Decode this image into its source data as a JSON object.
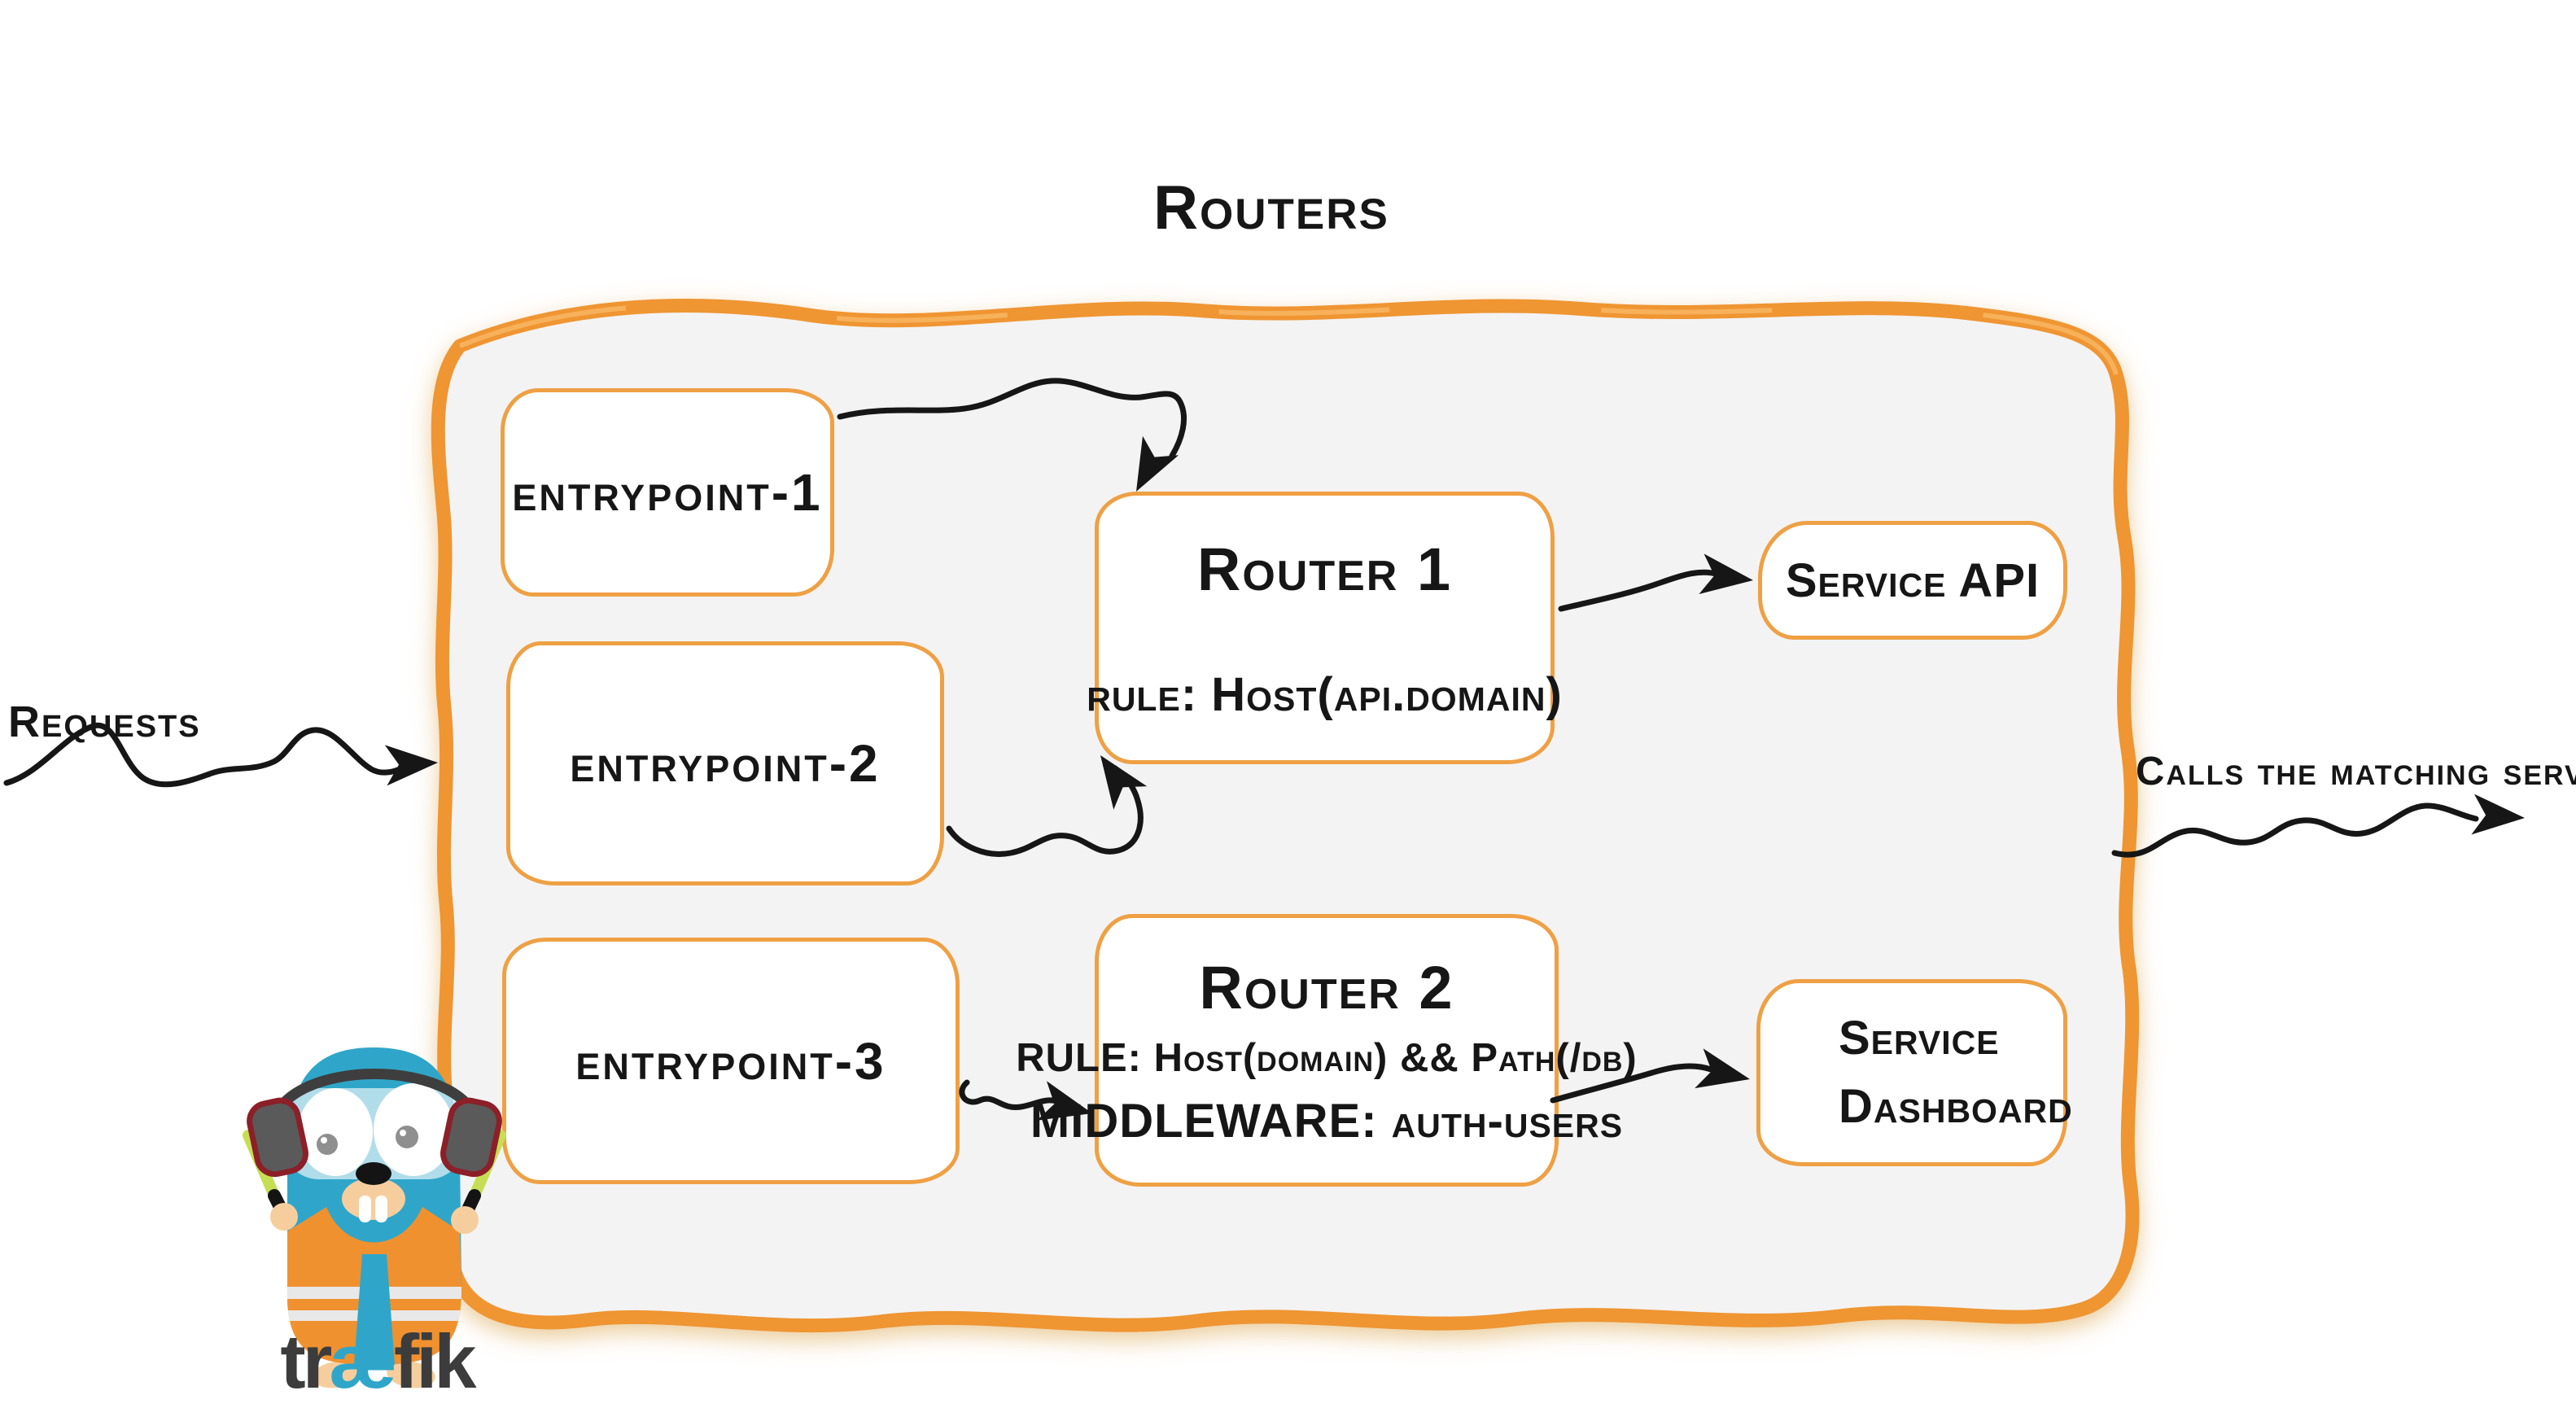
{
  "title": "Routers",
  "entrypoints": [
    {
      "label": "entrypoint-1"
    },
    {
      "label": "entrypoint-2"
    },
    {
      "label": "entrypoint-3"
    }
  ],
  "routers": [
    {
      "name": "Router 1",
      "rule": "rule: Host(api.domain)"
    },
    {
      "name": "Router 2",
      "rule": "RULE: Host(domain) && Path(/db)",
      "middleware": "MIDDLEWARE: auth-users"
    }
  ],
  "services": [
    {
      "label": "Service API"
    },
    {
      "label": "Service Dashboard"
    }
  ],
  "annotations": {
    "requests": "Requests",
    "calls": "Calls the matching server"
  },
  "logo": {
    "text_pre": "tr",
    "text_ae": "æ",
    "text_post": "fik"
  },
  "colors": {
    "frame_stroke": "#EF9530",
    "frame_fill": "#F3F3F3",
    "box_border": "#EFA044",
    "ink": "#161616",
    "gopher_blue": "#2FA6C9",
    "vest_orange": "#F0912F",
    "baton_green": "#C6DE53",
    "logo_gray": "#3C3C3C"
  }
}
